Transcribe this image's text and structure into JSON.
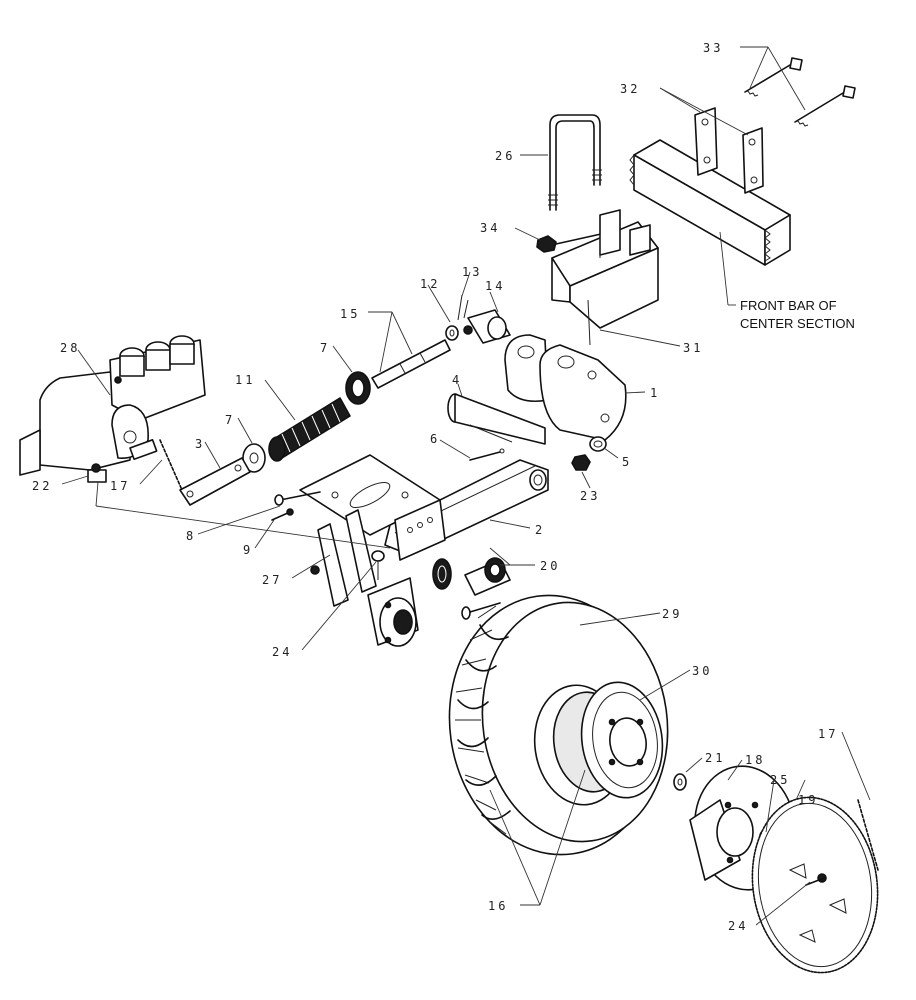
{
  "callout_text": {
    "line1": "FRONT BAR OF",
    "line2": "CENTER SECTION"
  },
  "part_numbers": {
    "p1": "1",
    "p2": "2",
    "p3": "3",
    "p4": "4",
    "p5": "5",
    "p6": "6",
    "p7a": "7",
    "p7b": "7",
    "p8": "8",
    "p9": "9",
    "p11": "11",
    "p12": "12",
    "p13": "13",
    "p14": "14",
    "p15": "15",
    "p16": "16",
    "p17a": "17",
    "p17b": "17",
    "p18": "18",
    "p19": "19",
    "p20": "20",
    "p21": "21",
    "p22": "22",
    "p23": "23",
    "p24a": "24",
    "p24b": "24",
    "p25": "25",
    "p26": "26",
    "p27": "27",
    "p28": "28",
    "p29": "29",
    "p30": "30",
    "p31": "31",
    "p32": "32",
    "p33": "33",
    "p34": "34"
  }
}
